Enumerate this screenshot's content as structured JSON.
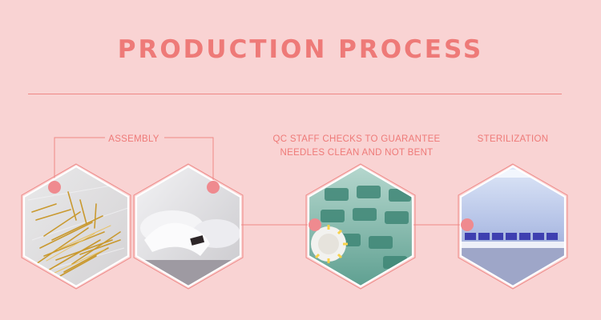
{
  "title": "PRODUCTION PROCESS",
  "steps": {
    "assembly": {
      "label": "ASSEMBLY"
    },
    "qc": {
      "label_line1": "QC STAFF CHECKS TO GUARANTEE",
      "label_line2": "NEEDLES CLEAN AND NOT BENT"
    },
    "sterilization": {
      "label": "STERILIZATION"
    }
  },
  "colors": {
    "background": "#f9d3d3",
    "accent": "#ee7a78",
    "dot": "#ef8a8f",
    "hex_border": "#ffffff"
  }
}
